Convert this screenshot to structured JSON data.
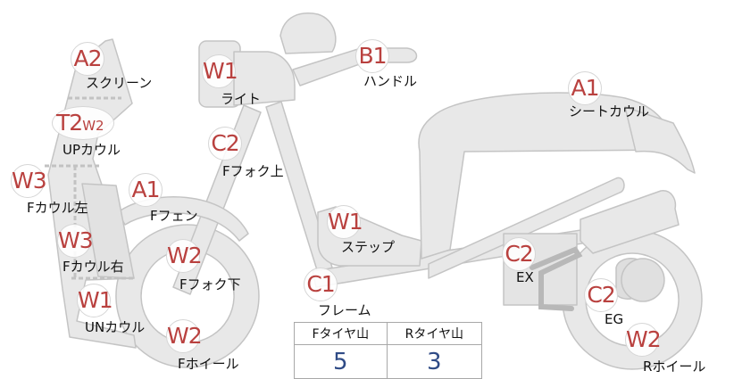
{
  "parts": [
    {
      "key": "screen",
      "code": "A2",
      "name": "スクリーン"
    },
    {
      "key": "light",
      "code": "W1",
      "name": "ライト"
    },
    {
      "key": "handle",
      "code": "B1",
      "name": "ハンドル"
    },
    {
      "key": "seat_cowl",
      "code": "A1",
      "name": "シートカウル"
    },
    {
      "key": "up_cowl",
      "code": "T2",
      "code_sub": "W2",
      "name": "UPカウル"
    },
    {
      "key": "f_fork_upper",
      "code": "C2",
      "name": "Fフォク上"
    },
    {
      "key": "f_cowl_left",
      "code": "W3",
      "name": "Fカウル左"
    },
    {
      "key": "f_fender",
      "code": "A1",
      "name": "Fフェン"
    },
    {
      "key": "step",
      "code": "W1",
      "name": "ステップ"
    },
    {
      "key": "f_cowl_right",
      "code": "W3",
      "name": "Fカウル右"
    },
    {
      "key": "f_fork_lower",
      "code": "W2",
      "name": "Fフォク下"
    },
    {
      "key": "frame",
      "code": "C1",
      "name": "フレーム"
    },
    {
      "key": "ex",
      "code": "C2",
      "name": "EX"
    },
    {
      "key": "eg",
      "code": "C2",
      "name": "EG"
    },
    {
      "key": "un_cowl",
      "code": "W1",
      "name": "UNカウル"
    },
    {
      "key": "f_wheel",
      "code": "W2",
      "name": "Fホイール"
    },
    {
      "key": "r_wheel",
      "code": "W2",
      "name": "Rホイール"
    }
  ],
  "tire_table": {
    "headers": [
      "Fタイヤ山",
      "Rタイヤ山"
    ],
    "values": [
      "5",
      "3"
    ]
  },
  "colors": {
    "code": "#b9413f",
    "value": "#2f4b86",
    "bike_fill": "#e8e8e8",
    "bike_stroke": "#c4c4c4"
  }
}
